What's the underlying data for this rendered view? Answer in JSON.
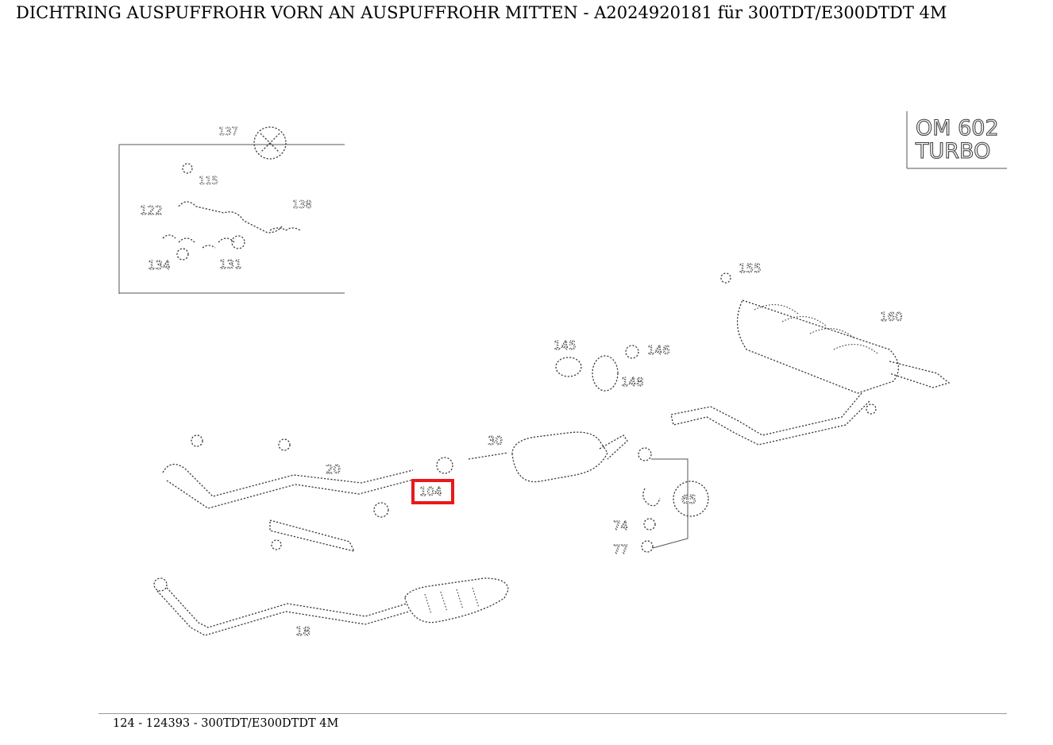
{
  "header": {
    "title": "DICHTRING AUSPUFFROHR VORN AN AUSPUFFROHR MITTEN - A2024920181 für 300TDT/E300DTDT 4M"
  },
  "diagram": {
    "engine_box": {
      "line1": "OM 602",
      "line2": "TURBO"
    },
    "inset_labels": {
      "l137": "137",
      "l115": "115",
      "l122": "122",
      "l138": "138",
      "l134": "134",
      "l131": "131"
    },
    "labels": {
      "l155": "155",
      "l160": "160",
      "l145": "145",
      "l146": "146",
      "l148": "148",
      "l20": "20",
      "l30": "30",
      "l18": "18",
      "l65": "65",
      "l74": "74",
      "l77": "77"
    },
    "highlighted_part_label": "104",
    "highlight_color": "#e8191b"
  },
  "footer": {
    "text": "124 - 124393 - 300TDT/E300DTDT 4M"
  }
}
